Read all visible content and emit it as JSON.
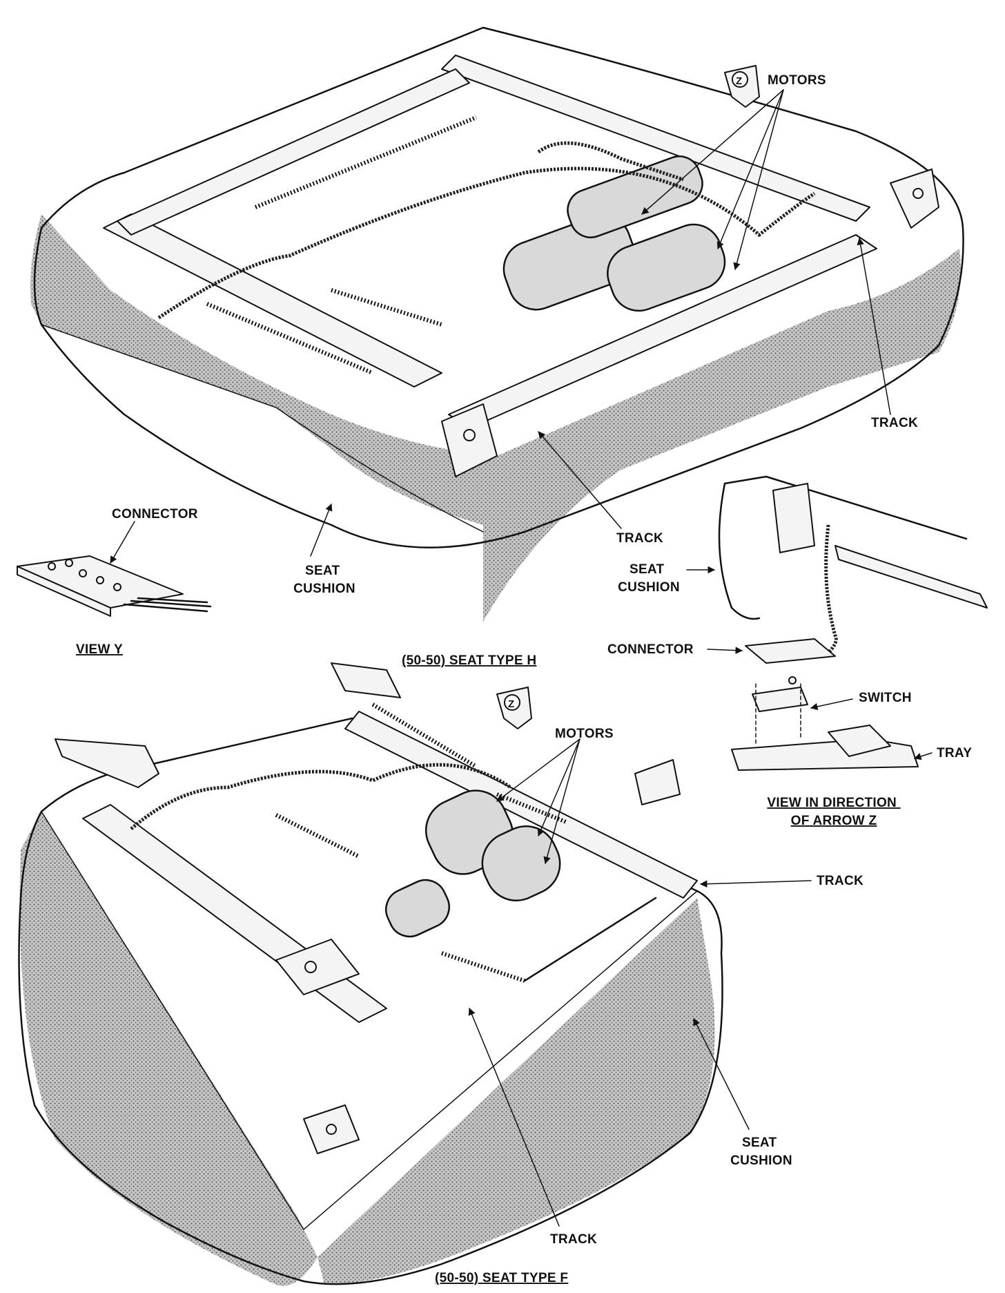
{
  "diagram": {
    "labels": {
      "motors_top": "MOTORS",
      "track_top_right": "TRACK",
      "track_top_center": "TRACK",
      "connector_view_y": "CONNECTOR",
      "seat_cushion_top": "SEAT\nCUSHION",
      "seat_cushion_right": "SEAT\nCUSHION",
      "connector_right": "CONNECTOR",
      "switch": "SWITCH",
      "tray": "TRAY",
      "motors_bottom": "MOTORS",
      "track_bottom_right": "TRACK",
      "track_bottom": "TRACK",
      "seat_cushion_bottom": "SEAT\nCUSHION",
      "arrow_z": "Z"
    },
    "captions": {
      "view_y": "VIEW Y",
      "seat_type_h": "(50-50) SEAT TYPE H",
      "view_arrow_z": "VIEW IN DIRECTION\nOF ARROW Z",
      "seat_type_f": "(50-50) SEAT TYPE F"
    }
  }
}
